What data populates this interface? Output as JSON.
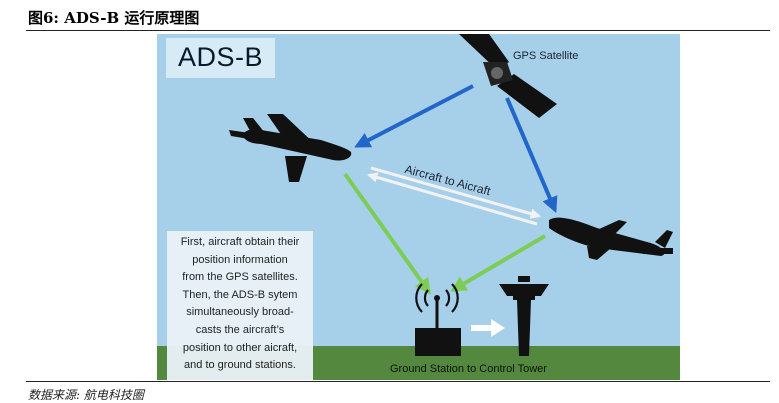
{
  "figure_title": "图6:  ADS-B 运行原理图",
  "source_note": "数据来源: 航电科技圈",
  "diagram": {
    "title": "ADS-B",
    "gps_label": "GPS Satellite",
    "aircraft_link_label": "Aircraft to Aicraft",
    "ground_label": "Ground Station to Control Tower",
    "description_lines": [
      "First, aircraft obtain their",
      "position information",
      "from the GPS satellites.",
      "Then, the ADS-B sytem",
      "simultaneously broad-",
      "casts the aircraft’s",
      "position to other aicraft,",
      "and to ground stations."
    ],
    "colors": {
      "sky": "#a6d0ea",
      "ground": "#55883f",
      "gps_arrow": "#2166c8",
      "ground_arrow": "#7ccc55",
      "aircraft_link_arrow": "#f2f2f2",
      "silhouette": "#111111"
    }
  }
}
